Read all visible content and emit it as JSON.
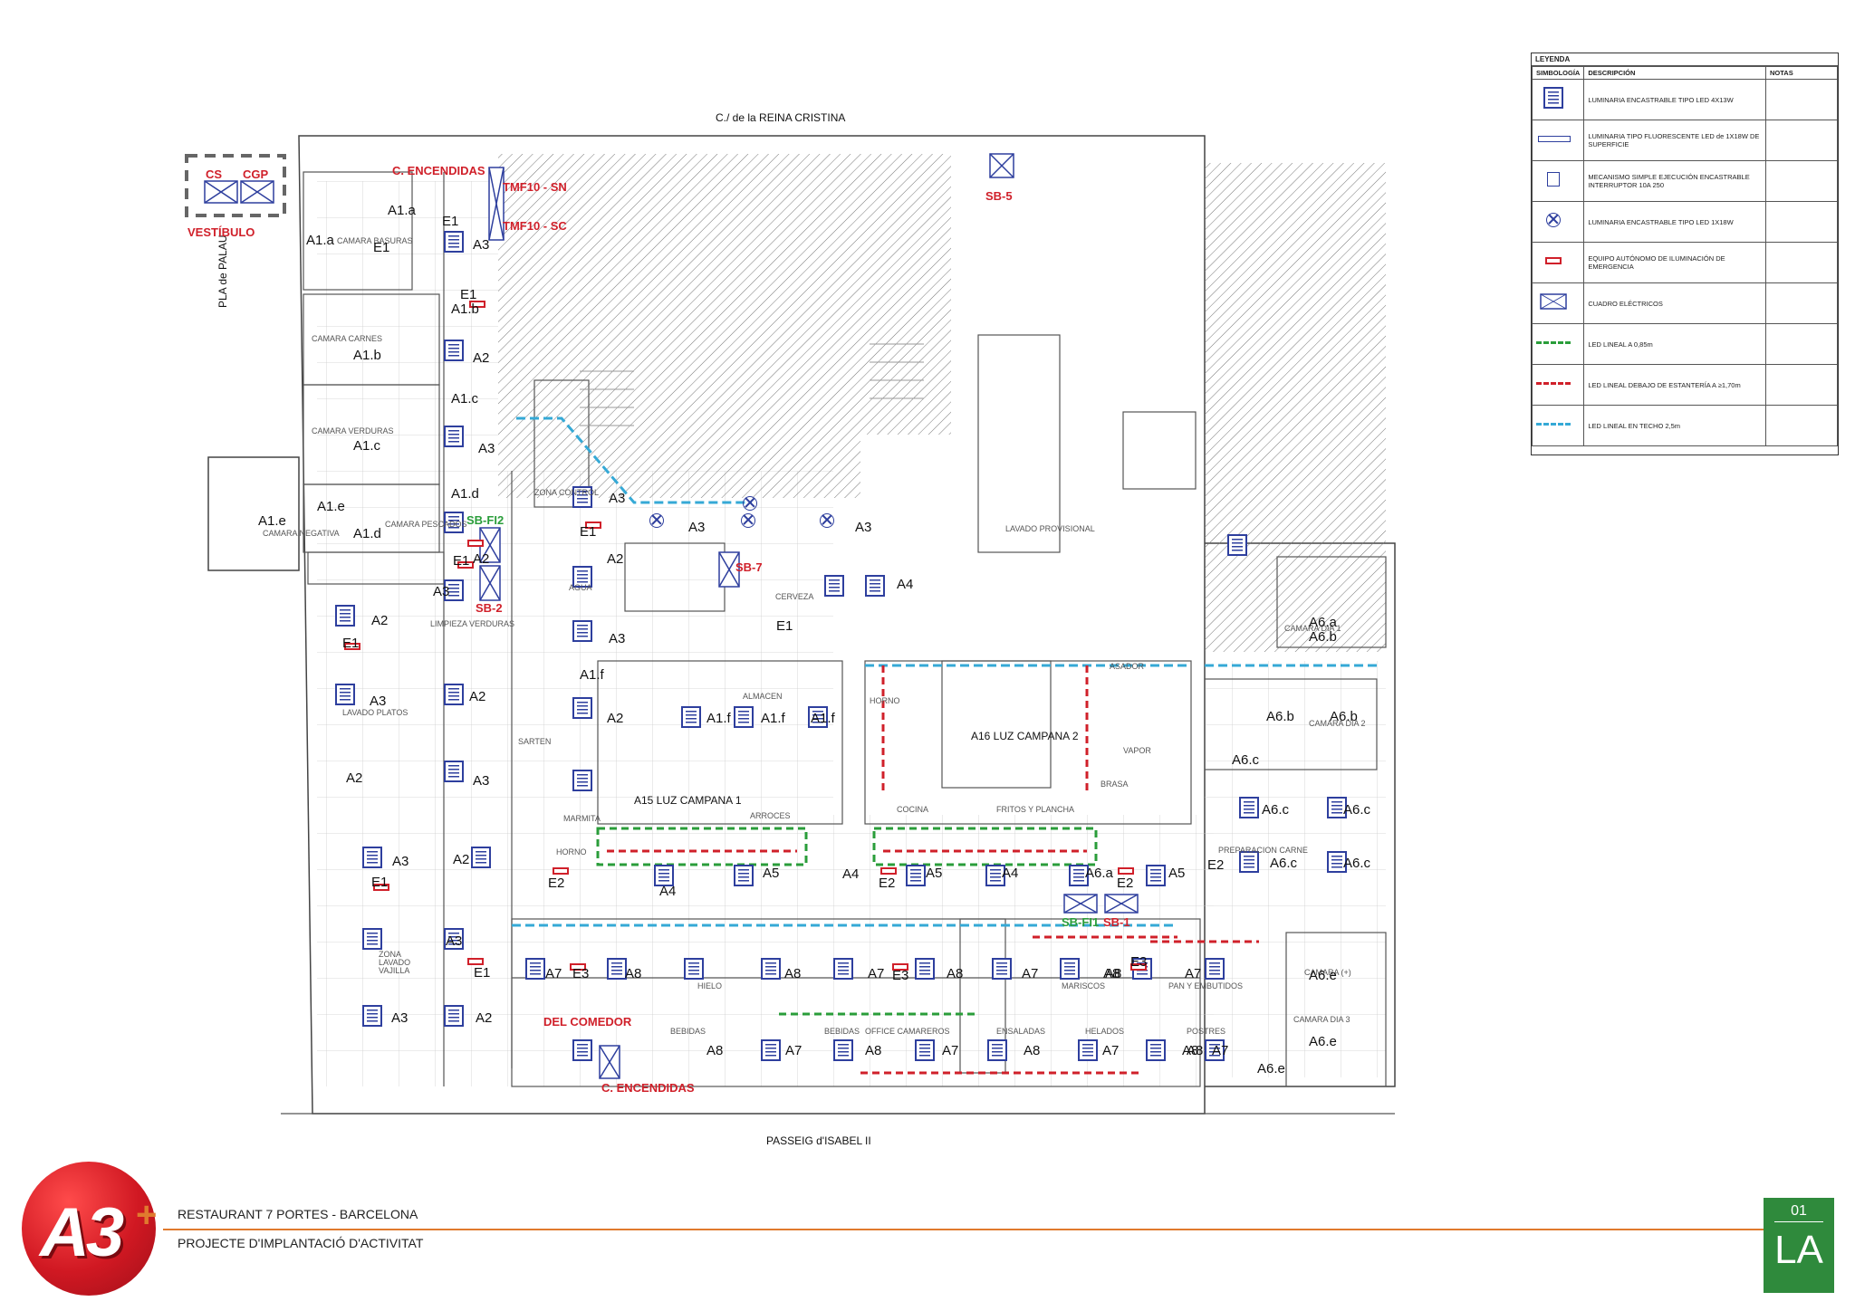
{
  "streets": {
    "top": "C./  de la REINA CRISTINA",
    "bottom": "PASSEIG d'ISABEL II",
    "left": "PLA de PALAU"
  },
  "zones": {
    "vestibulo": "VESTÍBULO",
    "cs": "CS",
    "cgp": "CGP",
    "c_encendidas_top": "C. ENCENDIDAS",
    "c_encendidas_bottom": "C. ENCENDIDAS",
    "tmf10_sn": "TMF10 - SN",
    "tmf10_sc": "TMF10 - SC",
    "sb5": "SB-5",
    "sb7": "SB-7",
    "sb2": "SB-2",
    "sb1": "SB-1",
    "sbfi1": "SB-FI1",
    "sbfi2": "SB-FI2",
    "del_comedor": "DEL COMEDOR",
    "camara_basuras": "CAMARA BASURAS",
    "camara_carnes": "CAMARA CARNES",
    "camara_verduras": "CAMARA VERDURAS",
    "camara_negativa": "CAMARA NEGATIVA",
    "camara_pescados": "CAMARA PESCADOS",
    "zona_control": "ZONA CONTROL",
    "agua": "AGUA",
    "limpieza_verduras": "LIMPIEZA VERDURAS",
    "lavado_provisional": "LAVADO PROVISIONAL",
    "cerveza": "CERVEZA",
    "almacen": "ALMACEN",
    "horno": "HORNO",
    "vapor": "VAPOR",
    "brasa": "BRASA",
    "asador": "ASADOR",
    "sarten": "SARTEN",
    "marmita": "MARMITA",
    "horno2": "HORNO",
    "arroces": "ARROCES",
    "cocina": "COCINA",
    "fritos_plancha": "FRITOS Y PLANCHA",
    "a15": "A15 LUZ CAMPANA 1",
    "a16": "A16 LUZ CAMPANA 2",
    "zona_lavado_vajilla": "ZONA LAVADO VAJILLA",
    "hielo": "HIELO",
    "bebidas": "BEBIDAS",
    "bebidas2": "BEBIDAS",
    "office_camareros": "OFFICE CAMAREROS",
    "ensaladas": "ENSALADAS",
    "helados": "HELADOS",
    "mariscos": "MARISCOS",
    "pan_embutidos": "PAN Y EMBUTIDOS",
    "postres": "POSTRES",
    "preparacion_carne": "PREPARACION CARNE",
    "camara_dia3": "CAMARA DIA 3",
    "camara_dia1": "CAMARA DIA 1",
    "camara_dia2": "CAMARA DIA 2",
    "camara_e": "CAMARA (+)",
    "lavado_platos": "LAVADO PLATOS"
  },
  "labels": [
    {
      "t": "A1.a"
    },
    {
      "t": "A1.a"
    },
    {
      "t": "A1.b"
    },
    {
      "t": "A1.b"
    },
    {
      "t": "A1.c"
    },
    {
      "t": "A1.c"
    },
    {
      "t": "A1.d"
    },
    {
      "t": "A1.d"
    },
    {
      "t": "A1.e"
    },
    {
      "t": "A1.e"
    },
    {
      "t": "A1.f"
    },
    {
      "t": "A1.f"
    },
    {
      "t": "A1.f"
    },
    {
      "t": "A1.f"
    },
    {
      "t": "A2"
    },
    {
      "t": "A2"
    },
    {
      "t": "A2"
    },
    {
      "t": "A2"
    },
    {
      "t": "A2"
    },
    {
      "t": "A2"
    },
    {
      "t": "A2"
    },
    {
      "t": "A2"
    },
    {
      "t": "A2"
    },
    {
      "t": "A3"
    },
    {
      "t": "A3"
    },
    {
      "t": "A3"
    },
    {
      "t": "A3"
    },
    {
      "t": "A3"
    },
    {
      "t": "A3"
    },
    {
      "t": "A3"
    },
    {
      "t": "A3"
    },
    {
      "t": "A3"
    },
    {
      "t": "A3"
    },
    {
      "t": "A3"
    },
    {
      "t": "A3"
    },
    {
      "t": "A4"
    },
    {
      "t": "A4"
    },
    {
      "t": "A4"
    },
    {
      "t": "A4"
    },
    {
      "t": "A5"
    },
    {
      "t": "A5"
    },
    {
      "t": "A5"
    },
    {
      "t": "A6.a"
    },
    {
      "t": "A6.a"
    },
    {
      "t": "A6.b"
    },
    {
      "t": "A6.b"
    },
    {
      "t": "A6.b"
    },
    {
      "t": "A6.c"
    },
    {
      "t": "A6.c"
    },
    {
      "t": "A6.c"
    },
    {
      "t": "A6.c"
    },
    {
      "t": "A6.c"
    },
    {
      "t": "A6.e"
    },
    {
      "t": "A6.e"
    },
    {
      "t": "A6.e"
    },
    {
      "t": "A7"
    },
    {
      "t": "A7"
    },
    {
      "t": "A7"
    },
    {
      "t": "A7"
    },
    {
      "t": "A7"
    },
    {
      "t": "A7"
    },
    {
      "t": "A7"
    },
    {
      "t": "A7"
    },
    {
      "t": "A8"
    },
    {
      "t": "A8"
    },
    {
      "t": "A8"
    },
    {
      "t": "A8"
    },
    {
      "t": "A8"
    },
    {
      "t": "A8"
    },
    {
      "t": "A8"
    },
    {
      "t": "A8"
    },
    {
      "t": "A8"
    },
    {
      "t": "A8"
    },
    {
      "t": "E1"
    },
    {
      "t": "E1"
    },
    {
      "t": "E1"
    },
    {
      "t": "E1"
    },
    {
      "t": "E1"
    },
    {
      "t": "E1"
    },
    {
      "t": "E1"
    },
    {
      "t": "E1"
    },
    {
      "t": "E1"
    },
    {
      "t": "E2"
    },
    {
      "t": "E2"
    },
    {
      "t": "E2"
    },
    {
      "t": "E2"
    },
    {
      "t": "E3"
    },
    {
      "t": "E3"
    },
    {
      "t": "E3"
    }
  ],
  "legend": {
    "title": "LEYENDA",
    "col_symbol": "SIMBOLOGÍA",
    "col_description": "DESCRIPCIÓN",
    "col_notes": "NOTAS",
    "rows": [
      {
        "icon": "led-panel-icon",
        "desc": "LUMINARIA ENCASTRABLE TIPO LED 4X13W"
      },
      {
        "icon": "fluorescent-icon",
        "desc": "LUMINARIA TIPO FLUORESCENTE LED de 1X18W DE SUPERFICIE"
      },
      {
        "icon": "switch-icon",
        "desc": "MECANISMO SIMPLE EJECUCIÓN ENCASTRABLE INTERRUPTOR 10A 250"
      },
      {
        "icon": "downlight-icon",
        "desc": "LUMINARIA ENCASTRABLE TIPO LED 1X18W"
      },
      {
        "icon": "emergency-icon",
        "desc": "EQUIPO AUTÓNOMO DE ILUMINACIÓN DE EMERGENCIA"
      },
      {
        "icon": "panel-box-icon",
        "desc": "CUADRO ELÉCTRICOS"
      },
      {
        "icon": "green-line-icon",
        "desc": "LED LINEAL A 0,85m"
      },
      {
        "icon": "red-line-icon",
        "desc": "LED LINEAL DEBAJO DE ESTANTERÍA A ≥1,70m"
      },
      {
        "icon": "blue-line-icon",
        "desc": "LED LINEAL EN TECHO 2,5m"
      }
    ],
    "colors": {
      "green": "#2a9d3a",
      "red": "#d0202a",
      "blue": "#35a9d6",
      "navy": "#2e3f9e"
    }
  },
  "footer": {
    "logo": "A3",
    "logo_plus": "+",
    "project_line1": "RESTAURANT 7 PORTES - BARCELONA",
    "project_line2": "PROJECTE D'IMPLANTACIÓ D'ACTIVITAT",
    "sheet_number": "01",
    "sheet_code": "LA"
  }
}
